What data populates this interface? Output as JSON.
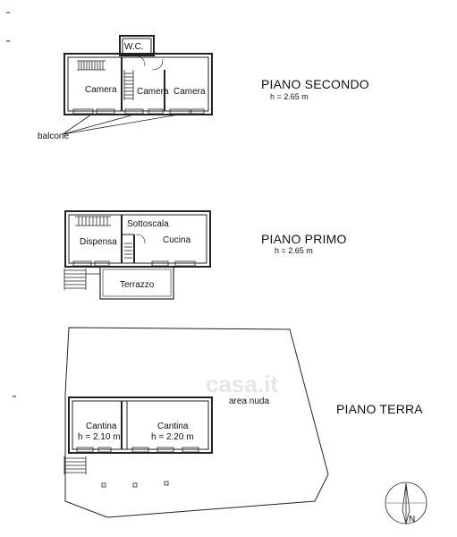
{
  "watermark": "casa.it",
  "floors": {
    "second": {
      "title": "PIANO SECONDO",
      "height": "h = 2.65 m"
    },
    "first": {
      "title": "PIANO PRIMO",
      "height": "h = 2.65 m"
    },
    "ground": {
      "title": "PIANO TERRA"
    }
  },
  "rooms": {
    "wc": "W.C.",
    "camera_left": "Camera",
    "camera_mid": "Camera",
    "camera_right": "Camera",
    "balcone": "balcone",
    "dispensa": "Dispensa",
    "sottoscala": "Sottoscala",
    "cucina": "Cucina",
    "terrazzo": "Terrazzo",
    "area_nuda": "area nuda",
    "cantina_left": {
      "name": "Cantina",
      "height": "h = 2.10 m"
    },
    "cantina_right": {
      "name": "Cantina",
      "height": "h = 2.20 m"
    }
  },
  "compass": {
    "label": "N"
  }
}
